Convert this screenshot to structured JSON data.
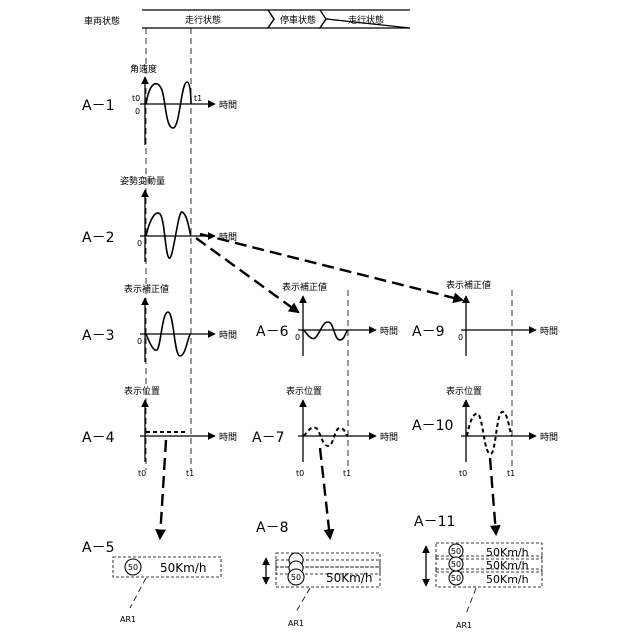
{
  "header": {
    "label": "車両状態",
    "seg1": "走行状態",
    "seg2": "停車状態",
    "seg3": "走行状態"
  },
  "axes": {
    "time": "時間",
    "zero": "0",
    "t0": "t0",
    "t1": "t1"
  },
  "titles": {
    "angular_velocity": "角速度",
    "posture_change": "姿勢変動量",
    "display_correction": "表示補正値",
    "display_position": "表示位置"
  },
  "panels": {
    "a1": "A－1",
    "a2": "A－2",
    "a3": "A－3",
    "a4": "A－4",
    "a5": "A－5",
    "a6": "A－6",
    "a7": "A－7",
    "a8": "A－8",
    "a9": "A－9",
    "a10": "A－10",
    "a11": "A－11"
  },
  "display": {
    "sign_value": "50",
    "speed_text": "50Km/h",
    "area_label": "AR1"
  }
}
